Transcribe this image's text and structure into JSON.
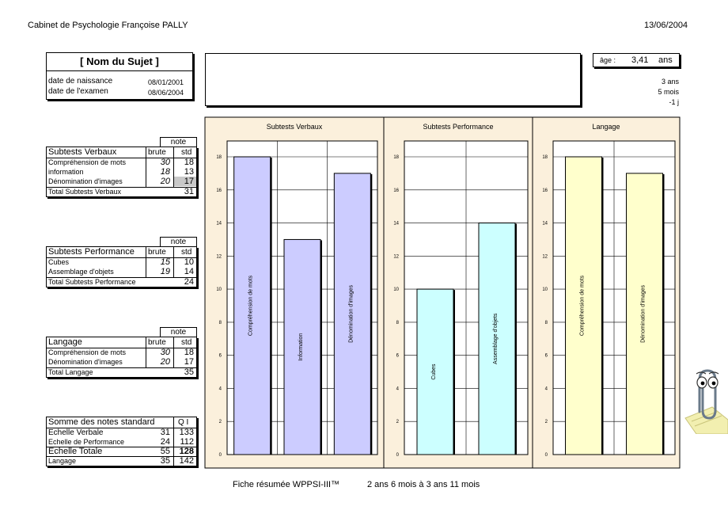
{
  "header": {
    "cabinet": "Cabinet de Psychologie Françoise PALLY",
    "date": "13/06/2004"
  },
  "subject": {
    "name": "[ Nom du Sujet ]",
    "birth_label": "date de naissance",
    "birth_value": "08/01/2001",
    "exam_label": "date de l'examen",
    "exam_value": "08/06/2004"
  },
  "age": {
    "label": "âge :",
    "value": "3,41",
    "unit": "ans",
    "years": "3 ans",
    "months": "5 mois",
    "days": "-1 j"
  },
  "tables": {
    "verbal": {
      "note_header": "note",
      "title": "Subtests Verbaux",
      "col_brute": "brute",
      "col_std": "std",
      "rows": [
        {
          "label": "Compréhension de mots",
          "brute": "30",
          "std": "18"
        },
        {
          "label": "information",
          "brute": "18",
          "std": "13"
        },
        {
          "label": "Dénomination d'images",
          "brute": "20",
          "std": "17"
        }
      ],
      "total_label": "Total Subtests Verbaux",
      "total": "31"
    },
    "performance": {
      "note_header": "note",
      "title": "Subtests Performance",
      "col_brute": "brute",
      "col_std": "std",
      "rows": [
        {
          "label": "Cubes",
          "brute": "15",
          "std": "10"
        },
        {
          "label": "Assemblage d'objets",
          "brute": "19",
          "std": "14"
        }
      ],
      "total_label": "Total Subtests Performance",
      "total": "24"
    },
    "langage": {
      "note_header": "note",
      "title": "Langage",
      "col_brute": "brute",
      "col_std": "std",
      "rows": [
        {
          "label": "Compréhension de mots",
          "brute": "30",
          "std": "18"
        },
        {
          "label": "Dénomination d'images",
          "brute": "20",
          "std": "17"
        }
      ],
      "total_label": "Total Langage",
      "total": "35"
    },
    "summary": {
      "title": "Somme des notes standard",
      "col_qi": "Q I",
      "rows": [
        {
          "label": "Echelle Verbale",
          "sum": "31",
          "qi": "133"
        },
        {
          "label": "Echelle de Performance",
          "sum": "24",
          "qi": "112"
        },
        {
          "label": "Echelle Totale",
          "sum": "55",
          "qi": "128"
        },
        {
          "label": "Langage",
          "sum": "35",
          "qi": "142"
        }
      ]
    }
  },
  "footer": {
    "title": "Fiche résumée WPPSI-III™",
    "range": "2 ans 6 mois à 3 ans 11 mois"
  },
  "colors": {
    "panel_bg": "#fbf0dc",
    "verbal_bar": "#ccccff",
    "perf_bar": "#ccffff",
    "lang_bar": "#ffffcc"
  },
  "chart_data": [
    {
      "type": "bar",
      "title": "Subtests Verbaux",
      "ylim": [
        0,
        18
      ],
      "yticks": [
        "0",
        "2",
        "4",
        "6",
        "8",
        "10",
        "12",
        "14",
        "16",
        "18"
      ],
      "categories": [
        "Compréhension de mots",
        "Information",
        "Dénomination d'images"
      ],
      "values": [
        18,
        13,
        17
      ]
    },
    {
      "type": "bar",
      "title": "Subtests Performance",
      "ylim": [
        0,
        18
      ],
      "yticks": [
        "0",
        "2",
        "4",
        "6",
        "8",
        "10",
        "12",
        "14",
        "16",
        "18"
      ],
      "categories": [
        "Cubes",
        "Assemblage d'objets"
      ],
      "values": [
        10,
        14
      ]
    },
    {
      "type": "bar",
      "title": "Langage",
      "ylim": [
        0,
        18
      ],
      "yticks": [
        "0",
        "2",
        "4",
        "6",
        "8",
        "10",
        "12",
        "14",
        "16",
        "18"
      ],
      "categories": [
        "Compréhension de mots",
        "Dénomination d'images"
      ],
      "values": [
        18,
        17
      ]
    }
  ],
  "assistant": {
    "icon": "paperclip-assistant-icon"
  }
}
